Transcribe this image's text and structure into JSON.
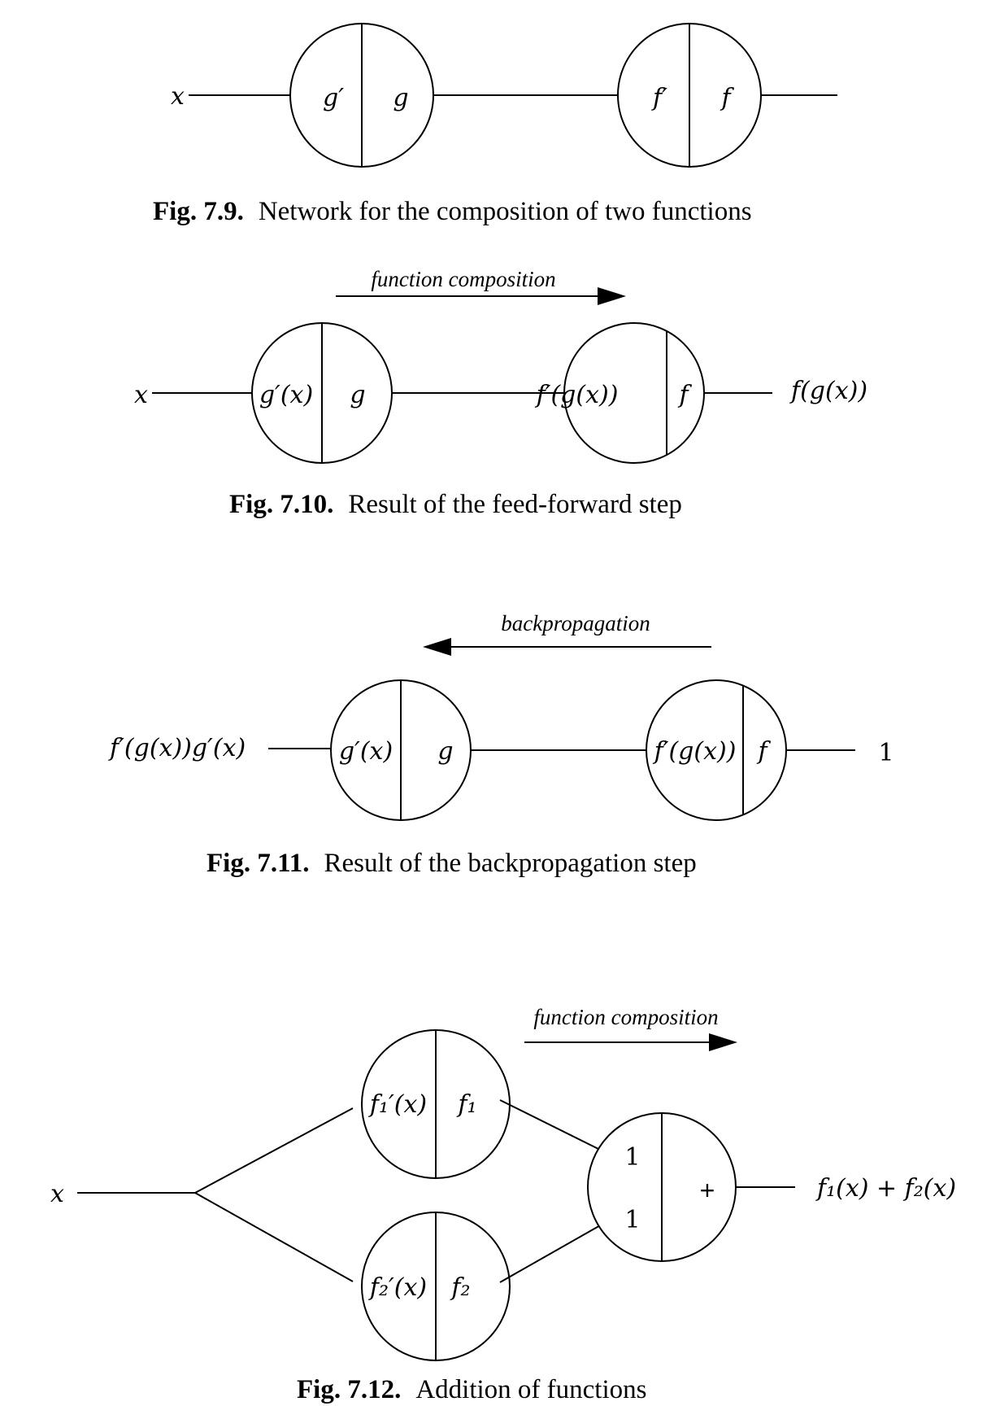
{
  "fig79": {
    "input": "x",
    "node_g": {
      "left": "g′",
      "right": "g"
    },
    "node_f": {
      "left": "f′",
      "right": "f"
    },
    "caption_num": "Fig. 7.9.",
    "caption_text": "Network for the composition of two functions"
  },
  "fig710": {
    "arrow_label": "function composition",
    "input": "x",
    "node_g": {
      "left": "g′(x)",
      "right": "g"
    },
    "node_f": {
      "left": "f′(g(x))",
      "right": "f"
    },
    "output": "f(g(x))",
    "caption_num": "Fig. 7.10.",
    "caption_text": "Result of the feed-forward step"
  },
  "fig711": {
    "arrow_label": "backpropagation",
    "result": "f′(g(x))g′(x)",
    "node_g": {
      "left": "g′(x)",
      "right": "g"
    },
    "node_f": {
      "left": "f′(g(x))",
      "right": "f"
    },
    "output": "1",
    "caption_num": "Fig. 7.11.",
    "caption_text": "Result of the backpropagation step"
  },
  "fig712": {
    "arrow_label": "function composition",
    "input": "x",
    "node_f1": {
      "left": "f₁′(x)",
      "right": "f₁"
    },
    "node_f2": {
      "left": "f₂′(x)",
      "right": "f₂"
    },
    "node_sum": {
      "top": "1",
      "bottom": "1",
      "right": "+"
    },
    "output": "f₁(x) + f₂(x)",
    "caption_num": "Fig. 7.12.",
    "caption_text": "Addition of functions"
  }
}
